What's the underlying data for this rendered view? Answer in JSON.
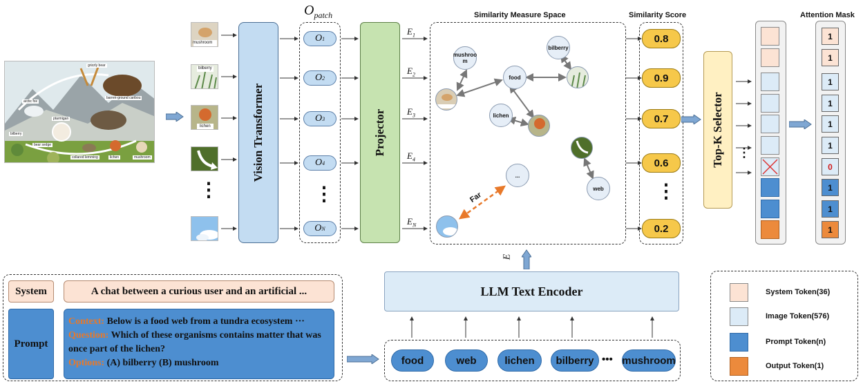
{
  "o_patch_label": {
    "main": "O",
    "sub": "patch"
  },
  "vision_transformer_label": "Vision Transformer",
  "projector_label": "Projector",
  "topk_label": "Top-K Selector",
  "llm_encoder_label": "LLM Text Encoder",
  "e_label": "E",
  "titles": {
    "similarity_space": "Similarity Measure Space",
    "similarity_score": "Similarity Score",
    "attention_mask": "Attention Mask"
  },
  "patches": [
    {
      "label": "mushroom",
      "icon": "mushroom-thumbnail"
    },
    {
      "label": "bilberry",
      "icon": "bilberry-thumbnail"
    },
    {
      "label": "lichen",
      "icon": "lichen-thumbnail"
    },
    {
      "label": "",
      "icon": "arrow-patch-thumbnail"
    },
    {
      "label": "",
      "icon": "sky-thumbnail"
    }
  ],
  "o_tokens": [
    {
      "main": "O",
      "sub": "1"
    },
    {
      "main": "O",
      "sub": "2"
    },
    {
      "main": "O",
      "sub": "3"
    },
    {
      "main": "O",
      "sub": "4"
    },
    {
      "main": "O",
      "sub": "N"
    }
  ],
  "e_tokens": [
    {
      "main": "E",
      "sub": "1"
    },
    {
      "main": "E",
      "sub": "2"
    },
    {
      "main": "E",
      "sub": "3"
    },
    {
      "main": "E",
      "sub": "4"
    },
    {
      "main": "E",
      "sub": "N"
    }
  ],
  "ellipsis_vertical": "⋮",
  "scores": [
    "0.8",
    "0.9",
    "0.7",
    "0.6",
    "0.2"
  ],
  "nodes": {
    "mushroom": "mushroo m",
    "bilberry": "bilberry",
    "food": "food",
    "lichen": "lichen",
    "web": "web",
    "dots": "...",
    "far": "Far"
  },
  "tokens": [
    "system",
    "system",
    "image",
    "image",
    "image",
    "image",
    "pruned",
    "prompt",
    "prompt",
    "output"
  ],
  "mask_values": [
    "1",
    "1",
    "1",
    "1",
    "1",
    "1",
    "0",
    "1",
    "1",
    "1"
  ],
  "system_row": {
    "label": "System",
    "text": "A chat between a curious user and an artificial ..."
  },
  "prompt_row": {
    "label": "Prompt",
    "context_label": "Context:",
    "context_text": "Below is a food web from a tundra ecosystem ···",
    "question_label": "Question:",
    "question_text": "Which of these organisms contains matter that was once part of the lichen?",
    "options_label": "Options:",
    "options_text": "(A) bilberry (B) mushroom"
  },
  "keywords": [
    "food",
    "web",
    "lichen",
    "bilberry",
    "•••",
    "mushroom"
  ],
  "legend": [
    {
      "label": "System Token(36)",
      "type": "system"
    },
    {
      "label": "Image Token(576)",
      "type": "image"
    },
    {
      "label": "Prompt Token(n)",
      "type": "prompt"
    },
    {
      "label": "Output Token(1)",
      "type": "output"
    }
  ],
  "food_web_labels": [
    "grizzly bear",
    "barren-ground caribou",
    "arctic fox",
    "bilberry",
    "ptarmigan",
    "bear sedge",
    "lichen",
    "mushroom",
    "collared lemming"
  ],
  "colors": {
    "vit_fill": "#c3dcf2",
    "projector_fill": "#c6e3b0",
    "topk_fill": "#fff0c2",
    "score_fill": "#f6c84a",
    "system_token": "#fce3d4",
    "image_token": "#dcebf7",
    "prompt_token": "#4d8ed0",
    "output_token": "#ec8a3c",
    "far_arrow": "#e8792a",
    "mask_zero_text": "#d11a1a"
  }
}
